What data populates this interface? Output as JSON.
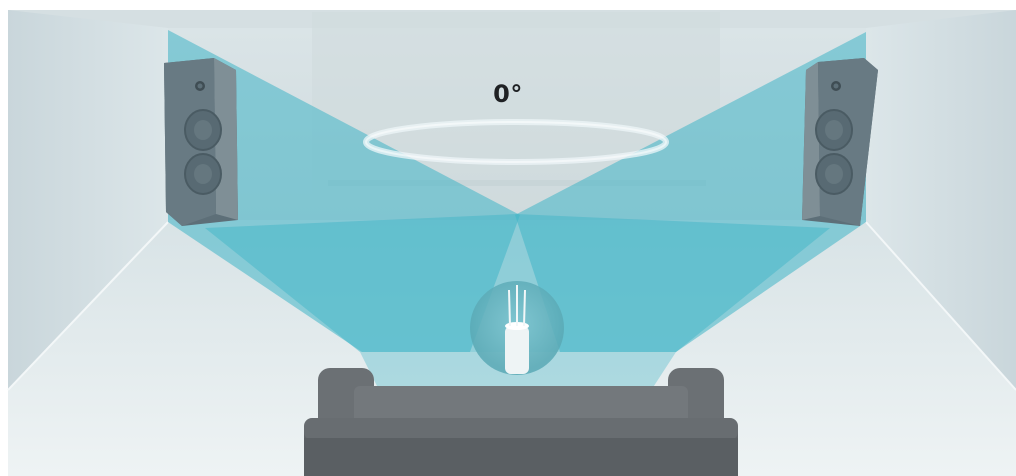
{
  "angle_label": "0°",
  "colors": {
    "background": "#ffffff",
    "wall": "#d2dde1",
    "floor": "#e3ebee",
    "beam": "#3fb5c6",
    "speaker": "#5d6f78",
    "sofa": "#6b7074",
    "microphone": "#ffffff",
    "label": "#1f2124"
  },
  "objects": [
    "left-speaker",
    "right-speaker",
    "sound-beams",
    "angle-arc",
    "measurement-microphone",
    "sofa"
  ]
}
